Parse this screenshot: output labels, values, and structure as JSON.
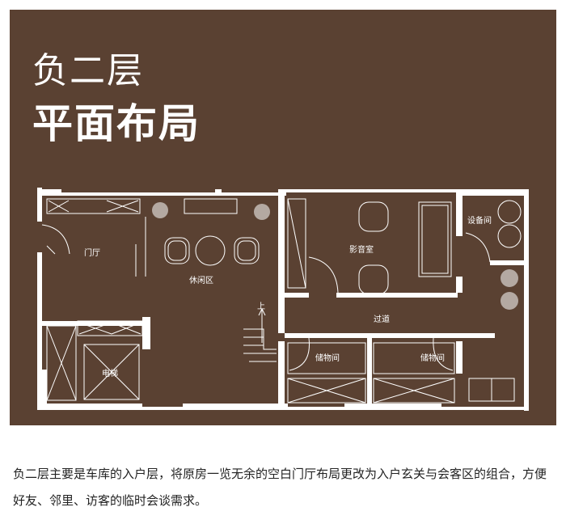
{
  "title": {
    "line1": "负二层",
    "line2": "平面布局"
  },
  "rooms": {
    "entry": "门厅",
    "leisure": "休闲区",
    "theater": "影音室",
    "equipment": "设备间",
    "corridor": "过道",
    "elevator": "电梯",
    "storage_left": "储物间",
    "storage_right": "储物间",
    "stair_up": "上"
  },
  "description": "负二层主要是车库的入户层，将原房一览无余的空白门厅布局更改为入户玄关与会客区的组合，方便好友、邻里、访客的临时会谈需求。",
  "colors": {
    "background": "#5a4132",
    "lines": "#ffffff",
    "text": "#222222"
  }
}
